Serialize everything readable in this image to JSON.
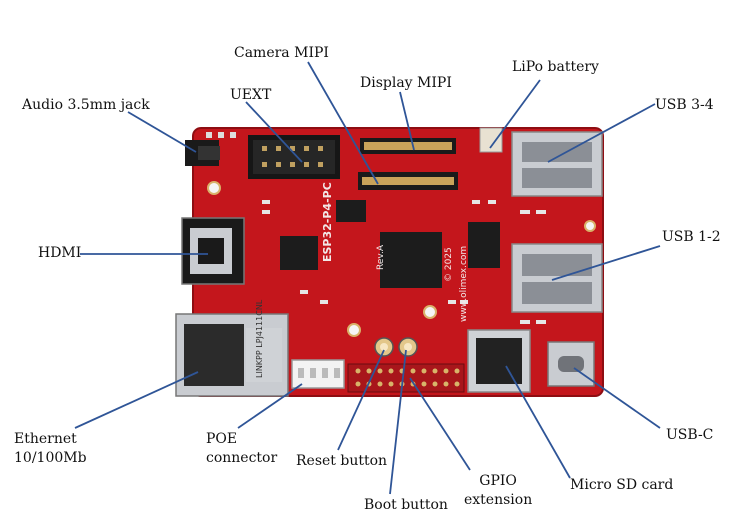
{
  "colors": {
    "board": "#c4161c",
    "board_dark": "#8e0d12",
    "leader_line": "#2f5597",
    "silkscreen": "#f2e8e8",
    "metal": "#c9ccd1",
    "chip": "#1c1c1c"
  },
  "labels": {
    "camera_mipi": "Camera MIPI",
    "display_mipi": "Display MIPI",
    "lipo_battery": "LiPo battery",
    "audio_jack": "Audio 3.5mm jack",
    "uext": "UEXT",
    "usb34": "USB 3-4",
    "hdmi": "HDMI",
    "usb12": "USB 1-2",
    "ethernet_line1": "Ethernet",
    "ethernet_line2": "10/100Mb",
    "poe_line1": "POE",
    "poe_line2": "connector",
    "reset_button": "Reset button",
    "usbc": "USB-C",
    "gpio_line1": "GPIO",
    "gpio_line2": "extension",
    "micro_sd": "Micro SD card",
    "boot_button": "Boot button"
  },
  "board_text": {
    "model": "ESP32-P4-PC",
    "url": "www.olimex.com",
    "copyright": "© 2025",
    "revision": "Rev.A",
    "ethernet_jack_text": "LINKPP LPJ4111CNL"
  }
}
